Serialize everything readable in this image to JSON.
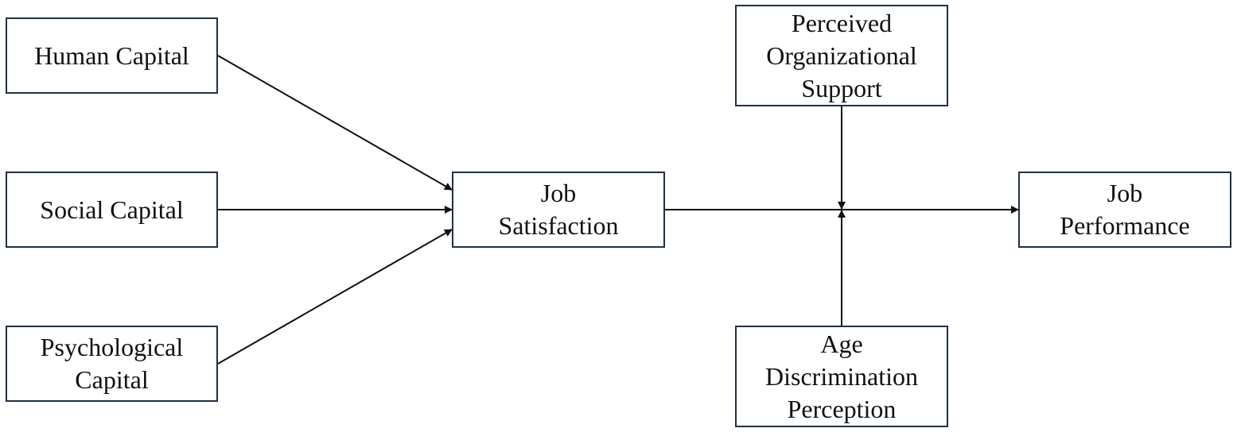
{
  "colors": {
    "box_border": "#1f3044",
    "arrow": "#111111",
    "text": "#111111",
    "background": "#ffffff"
  },
  "nodes": {
    "human_capital": {
      "lines": [
        "Human Capital"
      ]
    },
    "social_capital": {
      "lines": [
        "Social Capital"
      ]
    },
    "psychological_capital": {
      "lines": [
        "Psychological",
        "Capital"
      ]
    },
    "job_satisfaction": {
      "lines": [
        "Job",
        "Satisfaction"
      ]
    },
    "perceived_organizational_support": {
      "lines": [
        "Perceived",
        "Organizational",
        "Support"
      ]
    },
    "age_discrimination_perception": {
      "lines": [
        "Age",
        "Discrimination",
        "Perception"
      ]
    },
    "job_performance": {
      "lines": [
        "Job",
        "Performance"
      ]
    }
  },
  "edges": [
    {
      "from": "Human Capital",
      "to": "Job Satisfaction",
      "kind": "direct"
    },
    {
      "from": "Social Capital",
      "to": "Job Satisfaction",
      "kind": "direct"
    },
    {
      "from": "Psychological Capital",
      "to": "Job Satisfaction",
      "kind": "direct"
    },
    {
      "from": "Job Satisfaction",
      "to": "Job Performance",
      "kind": "direct"
    },
    {
      "from": "Perceived Organizational Support",
      "to": "Job Satisfaction → Job Performance",
      "kind": "moderator"
    },
    {
      "from": "Age Discrimination Perception",
      "to": "Job Satisfaction → Job Performance",
      "kind": "moderator"
    }
  ]
}
